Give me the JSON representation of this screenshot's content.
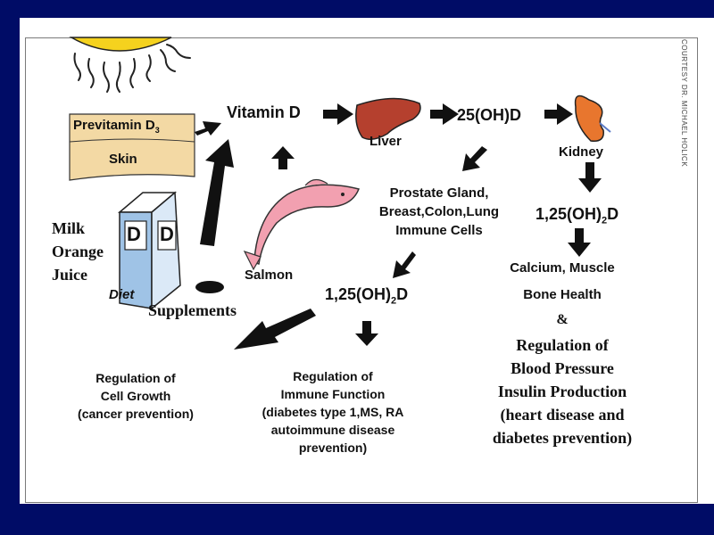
{
  "credit": "COURTESY DR. MICHAEL HOLICK",
  "sources": {
    "previtamin": "Previtamin D",
    "previtamin_sub": "3",
    "skin": "Skin",
    "carton_letter": "D",
    "foods": [
      "Milk",
      "Orange",
      "Juice"
    ],
    "diet": "Diet",
    "supplements": "Supplements",
    "salmon": "Salmon"
  },
  "pathway": {
    "vitamin_d": "Vitamin D",
    "liver": "Liver",
    "calcidiol": "25(OH)D",
    "kidney": "Kidney",
    "calcitriol_prefix": "1,25(OH)",
    "calcitriol_sub": "2",
    "calcitriol_suffix": "D"
  },
  "tissues": [
    "Prostate Gland,",
    "Breast,Colon,Lung",
    "Immune Cells"
  ],
  "kidney_effects": {
    "line1": "Calcium, Muscle",
    "line2": "Bone Health",
    "amp": "&",
    "regulation": [
      "Regulation of",
      "Blood Pressure",
      "Insulin Production",
      "(heart disease and",
      "diabetes prevention)"
    ]
  },
  "outcomes": {
    "cell_growth": [
      "Regulation of",
      "Cell Growth",
      "(cancer prevention)"
    ],
    "immune": [
      "Regulation of",
      "Immune Function",
      "(diabetes type 1,MS, RA",
      "autoimmune disease",
      "prevention)"
    ]
  },
  "colors": {
    "background": "#000c66",
    "sun": "#f5d21e",
    "skin_band": "#f3d9a4",
    "liver": "#b5402e",
    "kidney": "#e8762e",
    "salmon": "#f2a0b0",
    "carton_blue": "#9fc3e6",
    "arrow": "#111111"
  }
}
